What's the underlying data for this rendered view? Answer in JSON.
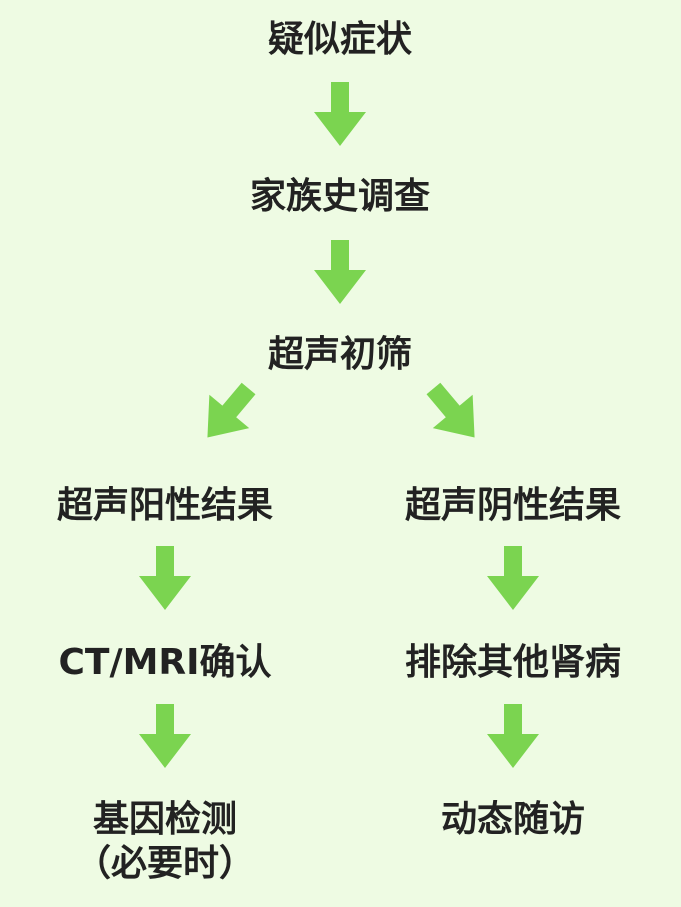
{
  "colors": {
    "background": "#EEFBE3",
    "arrow": "#7BD450",
    "text": "#222222"
  },
  "nodes": {
    "symptoms": "疑似症状",
    "family_history": "家族史调查",
    "ultrasound_screening": "超声初筛",
    "ultrasound_positive": "超声阳性结果",
    "ultrasound_negative": "超声阴性结果",
    "ct_mri_confirm": "CT/MRI确认",
    "exclude_other": "排除其他肾病",
    "genetic_test": "基因检测",
    "genetic_test_note": "（必要时）",
    "follow_up": "动态随访"
  }
}
